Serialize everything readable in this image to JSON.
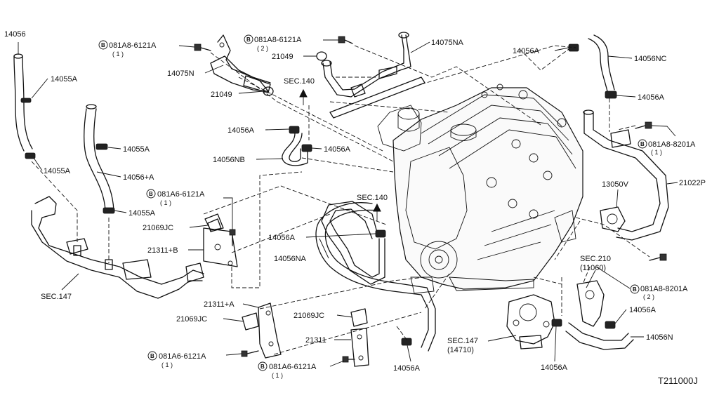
{
  "diagram_id": "T211000J",
  "bolt_symbol": "B",
  "parts": {
    "p14056": "14056",
    "p14055A_1": "14055A",
    "p14055A_2": "14055A",
    "p14055A_3": "14055A",
    "p14055A_4": "14055A",
    "p14056pA": "14056+A",
    "sec147_left": "SEC.147",
    "bolt_081A8_top1": "081A8-6121A",
    "bolt_081A8_top1_qty": "( 1 )",
    "p14075N": "14075N",
    "p21049_1": "21049",
    "bolt_081A8_top2": "081A8-6121A",
    "bolt_081A8_top2_qty": "( 2 )",
    "p21049_2": "21049",
    "sec140_top": "SEC.140",
    "p14075NA": "14075NA",
    "p14056A_top": "14056A",
    "p14056NC": "14056NC",
    "p14056A_right": "14056A",
    "bolt_8201A_1": "081A8-8201A",
    "bolt_8201A_1_qty": "( 1 )",
    "p21022P": "21022P",
    "p13050V": "13050V",
    "p14056A_mid1": "14056A",
    "p14056A_mid2": "14056A",
    "p14056NB": "14056NB",
    "bolt_081A6_1": "081A6-6121A",
    "bolt_081A6_1_qty": "( 1 )",
    "p21069JC_1": "21069JC",
    "p21311pB": "21311+B",
    "sec140_mid": "SEC.140",
    "p14056A_mid3": "14056A",
    "p14056NA": "14056NA",
    "sec210": "SEC.210",
    "sec210_sub": "(11060)",
    "bolt_8201A_2": "081A8-8201A",
    "bolt_8201A_2_qty": "( 2 )",
    "p14056A_br": "14056A",
    "p14056N": "14056N",
    "p21311pA": "21311+A",
    "p21069JC_2": "21069JC",
    "p21069JC_3": "21069JC",
    "p21311": "21311",
    "sec147_bottom": "SEC.147",
    "sec147_bottom_sub": "(14710)",
    "bolt_081A6_2": "081A6-6121A",
    "bolt_081A6_2_qty": "( 1 )",
    "bolt_081A6_3": "081A6-6121A",
    "bolt_081A6_3_qty": "( 1 )",
    "p14056A_bot1": "14056A",
    "p14056A_bot2": "14056A"
  }
}
